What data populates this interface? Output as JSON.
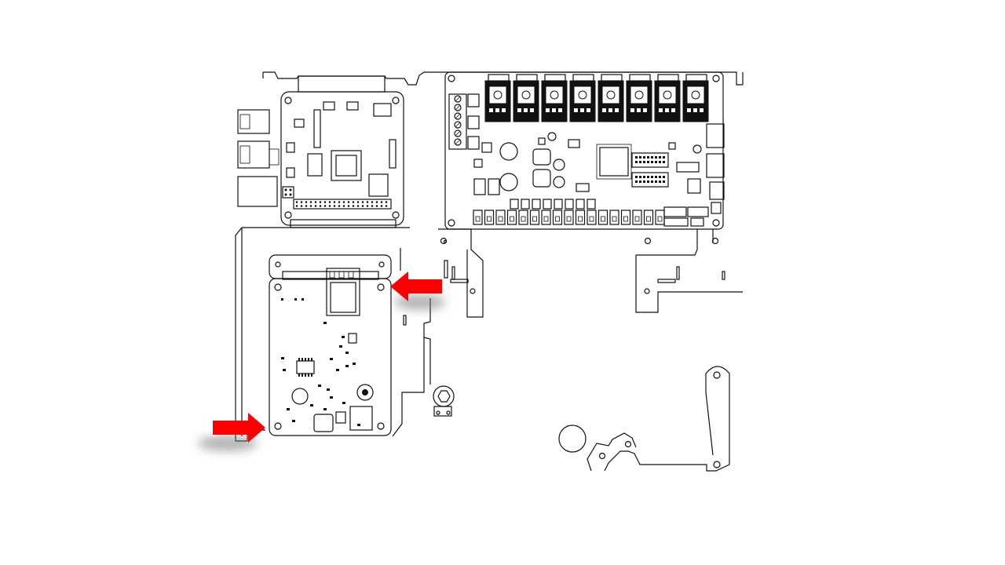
{
  "diagram": {
    "background": "#ffffff",
    "line_color": "#111111",
    "arrow_color": "#ff0000",
    "arrows": [
      {
        "id": "arrow-left-pointing",
        "direction": "left"
      },
      {
        "id": "arrow-right-pointing",
        "direction": "right"
      }
    ]
  }
}
